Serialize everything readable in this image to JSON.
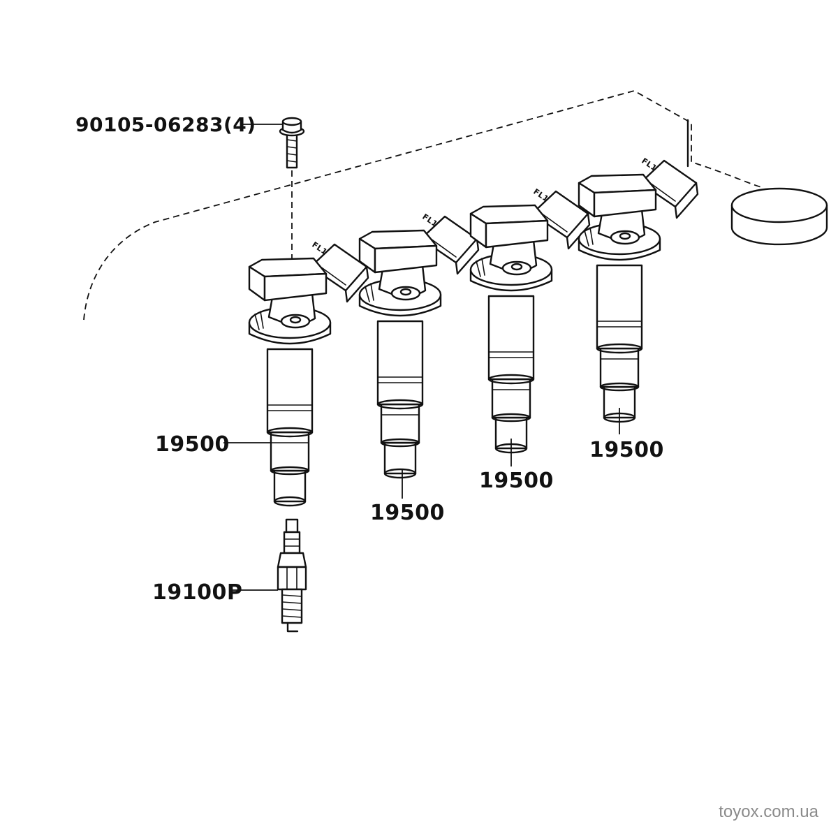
{
  "diagram": {
    "callouts": {
      "bolt": "90105-06283(4)",
      "coil_1": "19500",
      "coil_2": "19500",
      "coil_3": "19500",
      "coil_4": "19500",
      "spark_plug": "19100P"
    },
    "connector_marks": [
      "FL1",
      "FL1",
      "FL1",
      "FL1"
    ]
  },
  "watermark": "toyox.com.ua"
}
